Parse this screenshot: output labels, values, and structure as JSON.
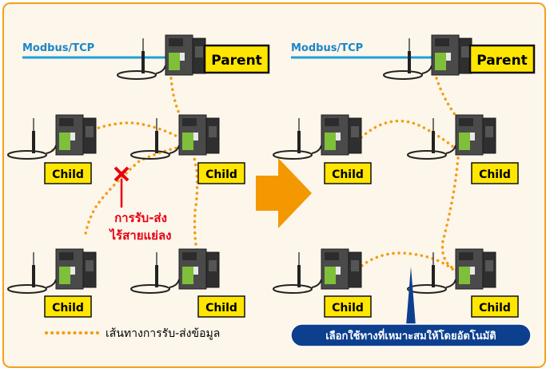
{
  "left_panel": {
    "network_label": "Modbus/TCP",
    "parent_label": "Parent",
    "child_labels": [
      "Child",
      "Child",
      "Child",
      "Child"
    ],
    "failure_text_line1": "การรับ-ส่ง",
    "failure_text_line2": "ไร้สายแย่ลง",
    "legend_text": "เส้นทางการรับ-ส่งข้อมูล"
  },
  "right_panel": {
    "network_label": "Modbus/TCP",
    "parent_label": "Parent",
    "child_labels": [
      "Child",
      "Child",
      "Child",
      "Child"
    ],
    "callout_text": "เลือกใช้ทางที่เหมาะสมให้โดยอัตโนมัติ"
  },
  "colors": {
    "border": "#f2a21c",
    "background": "#fdf6ea",
    "modbus_line": "#1ea0dc",
    "modbus_text": "#1a86c8",
    "label_fill": "#ffe600",
    "route_dots": "#f39c12",
    "failure_red": "#e60012",
    "arrow": "#f39800",
    "callout": "#0d3f8f"
  },
  "icons": [
    "wireless-unit-icon",
    "antenna-icon",
    "cross-mark-icon",
    "right-arrow-icon"
  ]
}
